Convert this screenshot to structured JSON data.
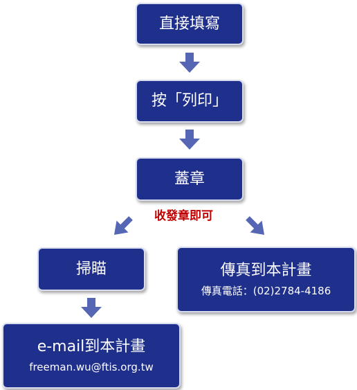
{
  "steps": [
    {
      "title": "直接填寫"
    },
    {
      "title": "按「列印」"
    },
    {
      "title": "蓋章"
    },
    {
      "title": "掃瞄"
    },
    {
      "title": "傳真到本計畫",
      "subtitle": "傳真電話：(02)2784-4186"
    },
    {
      "title": "e-mail到本計畫",
      "subtitle": "freeman.wu@ftis.org.tw"
    }
  ],
  "note": "收發章即可",
  "colors": {
    "box_fill": "#1f2f8c",
    "box_border": "#d7dcef",
    "arrow": "#5567b4",
    "note": "#c00000"
  }
}
